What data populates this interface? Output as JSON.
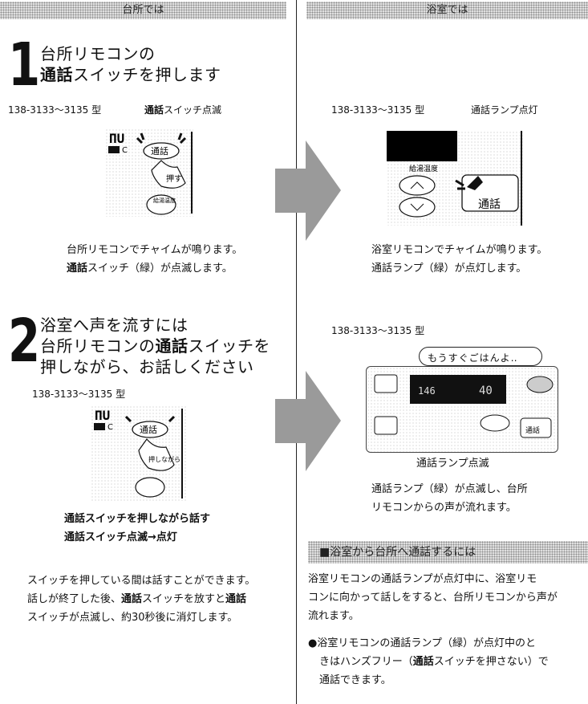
{
  "left": {
    "header": "台所では",
    "step1": {
      "number": "1",
      "title_line1": "台所リモコンの",
      "title_bold": "通話",
      "title_line2_rest": "スイッチを押します",
      "model": "138-3133～3135 型",
      "status_bold": "通話",
      "status_rest": "スイッチ点滅",
      "image_labels": {
        "talk": "通話",
        "push": "押す",
        "c": "C",
        "ul": "給湯温度"
      },
      "desc_line1": "台所リモコンでチャイムが鳴ります。",
      "desc_line2_bold": "通話",
      "desc_line2_rest": "スイッチ（緑）が点滅します。"
    },
    "step2": {
      "number": "2",
      "title_line1": "浴室へ声を流すには",
      "title_line2_pre": "台所リモコンの",
      "title_line2_bold": "通話",
      "title_line2_post": "スイッチを",
      "title_line3": "押しながら、お話しください",
      "model": "138-3133～3135 型",
      "image_labels": {
        "talk": "通話",
        "hold": "押しながら",
        "c": "C"
      },
      "caption1_bold": "通話",
      "caption1_rest": "スイッチを押しながら話す",
      "caption2_bold": "通話",
      "caption2_rest": "スイッチ点滅→点灯",
      "note_line1": "スイッチを押している間は話すことができます。",
      "note_line2_pre": "話しが終了した後、",
      "note_line2_bold": "通話",
      "note_line2_mid": "スイッチを放すと",
      "note_line2_bold2": "通話",
      "note_line3": "スイッチが点滅し、約30秒後に消灯します。"
    }
  },
  "right": {
    "header": "浴室では",
    "model1": "138-3133～3135 型",
    "status1": "通話ランプ点灯",
    "image1_labels": {
      "temp": "給湯温度",
      "talk": "通話"
    },
    "desc1_line1": "浴室リモコンでチャイムが鳴ります。",
    "desc1_line2": "通話ランプ（緑）が点灯します。",
    "model2": "138-3133～3135 型",
    "callout": "もうすぐごはんよ‥",
    "image2_labels": {
      "temp1": "146",
      "temp2": "40",
      "talk": "通話"
    },
    "caption2": "通話ランプ点滅",
    "desc2_line1": "通話ランプ（緑）が点滅し、台所",
    "desc2_line2": "リモコンからの声が流れます。",
    "section_header": "■浴室から台所へ通話するには",
    "body_line1": "浴室リモコンの通話ランプが点灯中に、浴室リモ",
    "body_line2": "コンに向かって話しをすると、台所リモコンから声が",
    "body_line3": "流れます。",
    "bullet_line1": "●浴室リモコンの通話ランプ（緑）が点灯中のと",
    "bullet_line2_pre": "きはハンズフリー（",
    "bullet_line2_bold": "通話",
    "bullet_line2_post": "スイッチを押さない）で",
    "bullet_line3": "通話できます。"
  },
  "colors": {
    "arrow": "#9a9a9a",
    "screen_dark": "#000000",
    "dots": "#8c8c8c"
  }
}
